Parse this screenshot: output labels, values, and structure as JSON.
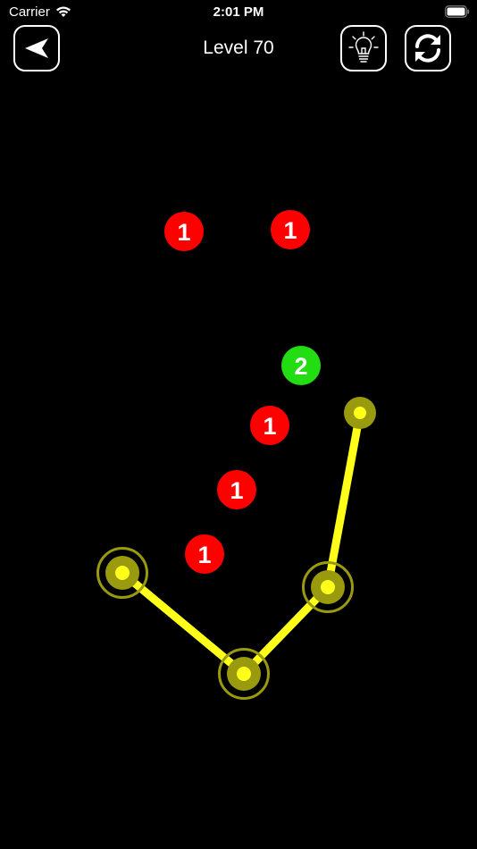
{
  "status": {
    "carrier": "Carrier",
    "time": "2:01 PM"
  },
  "header": {
    "title": "Level 70",
    "back_icon": "arrow-left-icon",
    "hint_icon": "lightbulb-icon",
    "restart_icon": "refresh-icon"
  },
  "colors": {
    "background": "#000000",
    "red_node": "#ff0000",
    "green_node": "#22dd11",
    "path": "#ffff1a",
    "path_dim": "#9a9a0e"
  },
  "board": {
    "targets": [
      {
        "label": "1",
        "color": "red"
      },
      {
        "label": "1",
        "color": "red"
      },
      {
        "label": "2",
        "color": "green"
      },
      {
        "label": "1",
        "color": "red"
      },
      {
        "label": "1",
        "color": "red"
      },
      {
        "label": "1",
        "color": "red"
      }
    ]
  }
}
